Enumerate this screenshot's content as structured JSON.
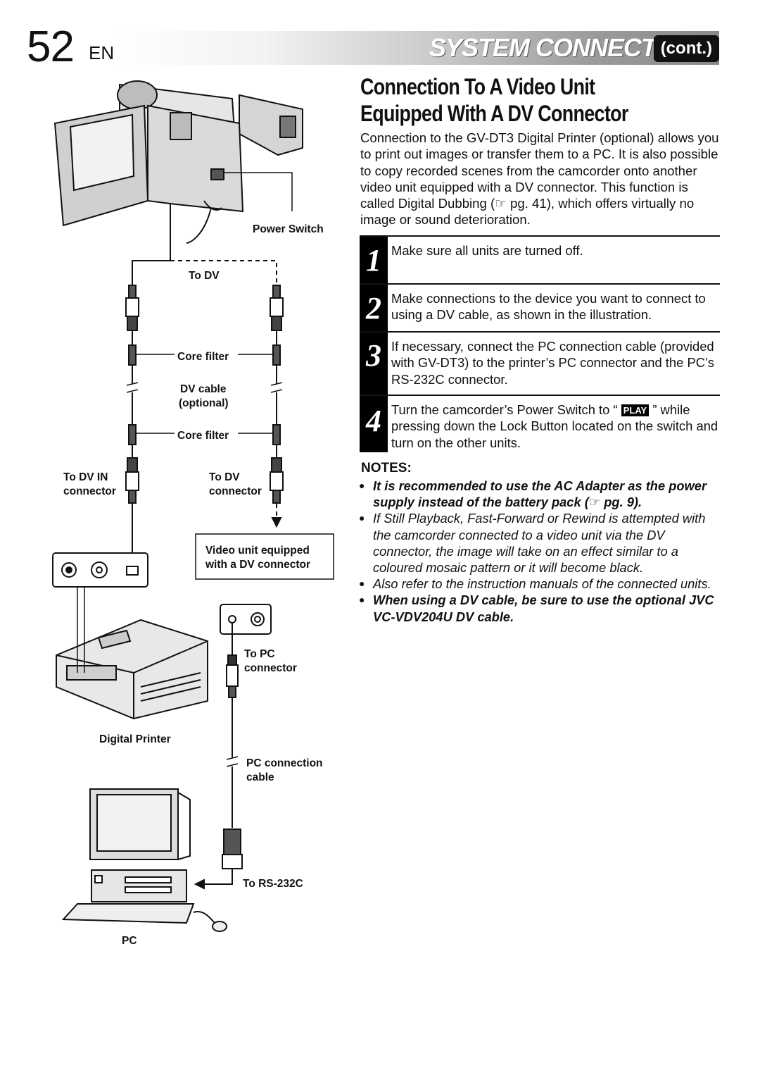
{
  "header": {
    "page_number": "52",
    "language": "EN",
    "title": "SYSTEM CONNECTIONS",
    "cont": "(cont.)"
  },
  "section": {
    "title": "Connection To A Video Unit Equipped With A DV Connector",
    "intro": "Connection to the GV-DT3 Digital Printer (optional) allows you to print out images or transfer them to a PC. It is also possible to copy recorded scenes from the camcorder onto another video unit equipped with a DV connector. This function is called Digital Dubbing (☞ pg. 41), which offers virtually no image or sound deterioration."
  },
  "steps": [
    {
      "num": "1",
      "text": "Make sure all units are turned off."
    },
    {
      "num": "2",
      "text": "Make connections to the device you want to connect to using a DV cable, as shown in the illustration."
    },
    {
      "num": "3",
      "text": "If necessary, connect the PC connection cable (provided with GV-DT3) to the printer’s PC connector and the PC’s RS-232C connector."
    },
    {
      "num": "4",
      "text_before": "Turn the camcorder’s Power Switch to “ ",
      "play_label": "PLAY",
      "text_after": " ” while pressing down the Lock Button located on the switch and turn on the other units."
    }
  ],
  "notes": {
    "heading": "NOTES:",
    "items": [
      "It is recommended to use the AC Adapter as the power supply instead of the battery pack (☞ pg. 9).",
      "If Still Playback, Fast-Forward or Rewind is attempted with the camcorder connected to a video unit via the DV connector, the image will take on an effect similar to a coloured mosaic pattern or it will become black.",
      "Also refer to the instruction manuals of the connected units.",
      "When using a DV cable, be sure to use the optional JVC VC-VDV204U DV cable."
    ]
  },
  "diagram": {
    "labels": {
      "power_switch": "Power Switch",
      "to_dv_top": "To DV",
      "core_filter_1": "Core filter",
      "dv_cable_1": "DV cable",
      "dv_cable_2": "(optional)",
      "core_filter_2": "Core filter",
      "to_dv_in_1": "To DV IN",
      "to_dv_in_2": "connector",
      "to_dv_conn_1": "To DV",
      "to_dv_conn_2": "connector",
      "video_unit_1": "Video unit equipped",
      "video_unit_2": "with a DV connector",
      "to_pc_1": "To PC",
      "to_pc_2": "connector",
      "digital_printer": "Digital Printer",
      "pc_cable_1": "PC connection",
      "pc_cable_2": "cable",
      "to_rs232c": "To RS-232C",
      "pc": "PC"
    }
  }
}
